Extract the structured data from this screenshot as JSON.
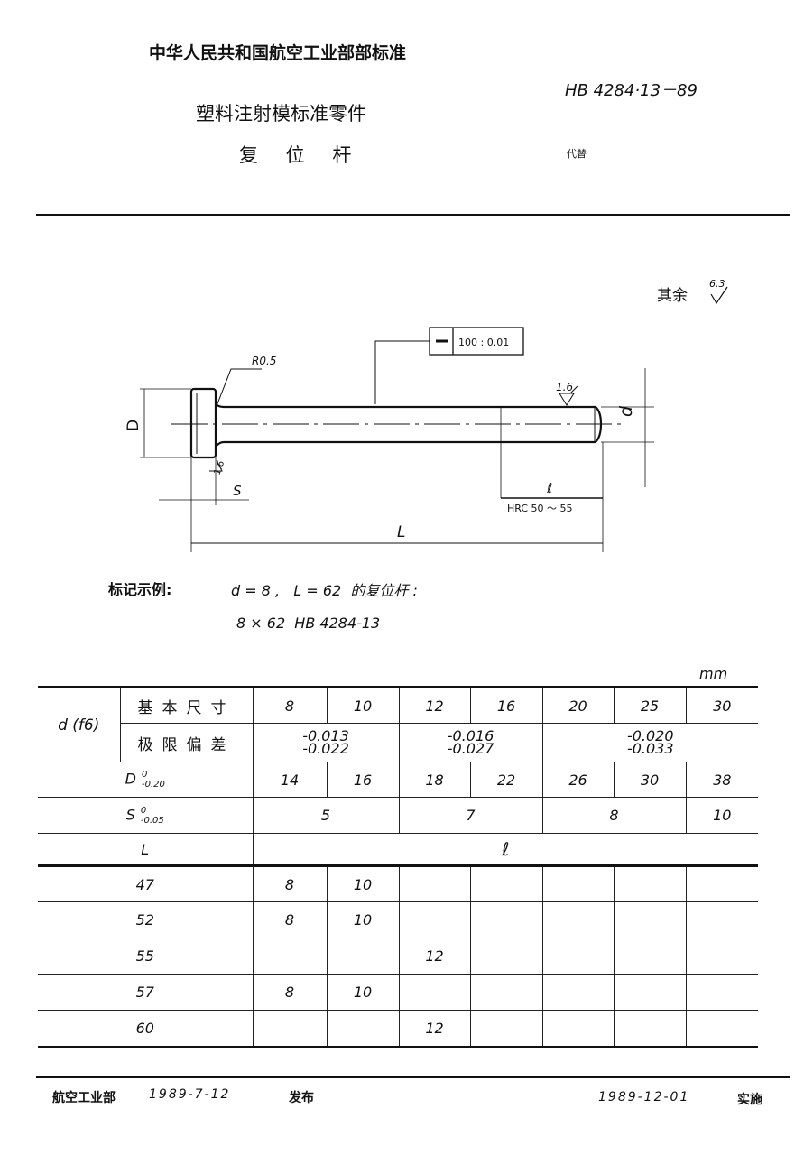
{
  "header": {
    "org_title": "中华人民共和国航空工业部部标准",
    "std_number": "HB 4284·13－89",
    "subtitle": "塑料注射模标准零件",
    "part_name": "复 位 杆",
    "replaces_label": "代替"
  },
  "drawing": {
    "roughness_other": "其余",
    "roughness_other_value": "6.3",
    "radius_label": "R0.5",
    "straightness_symbol": "—",
    "straightness_value": "100 : 0.01",
    "roughness_shaft": "1.6",
    "roughness_head": "1.6",
    "dim_D": "D",
    "dim_d": "d",
    "dim_S": "S",
    "dim_l": "ℓ",
    "dim_L": "L",
    "hardness": "HRC 50 ～ 55"
  },
  "example": {
    "label": "标记示例:",
    "text": "d = 8 ,   L = 62  的复位杆 :",
    "marking": "8 × 62  HB 4284-13"
  },
  "table": {
    "unit": "mm",
    "d_label": "d (f6)",
    "basic_size_label": "基本尺寸",
    "deviation_label": "极限偏差",
    "basic_sizes": [
      "8",
      "10",
      "12",
      "16",
      "20",
      "25",
      "30"
    ],
    "deviations": [
      {
        "upper": "-0.013",
        "lower": "-0.022"
      },
      {
        "upper": "-0.016",
        "lower": "-0.027"
      },
      {
        "upper": "-0.020",
        "lower": "-0.033"
      }
    ],
    "D_label": "D",
    "D_tol_upper": "0",
    "D_tol_lower": "-0.20",
    "D_values": [
      "14",
      "16",
      "18",
      "22",
      "26",
      "30",
      "38"
    ],
    "S_label": "S",
    "S_tol_upper": "0",
    "S_tol_lower": "-0.05",
    "S_values": [
      "5",
      "7",
      "8",
      "10"
    ],
    "L_label": "L",
    "l_label": "ℓ",
    "rows": [
      {
        "L": "47",
        "l": [
          "8",
          "10",
          "",
          "",
          "",
          "",
          ""
        ]
      },
      {
        "L": "52",
        "l": [
          "8",
          "10",
          "",
          "",
          "",
          "",
          ""
        ]
      },
      {
        "L": "55",
        "l": [
          "",
          "",
          "12",
          "",
          "",
          "",
          ""
        ]
      },
      {
        "L": "57",
        "l": [
          "8",
          "10",
          "",
          "",
          "",
          "",
          ""
        ]
      },
      {
        "L": "60",
        "l": [
          "",
          "",
          "12",
          "",
          "",
          "",
          ""
        ]
      }
    ]
  },
  "footer": {
    "issuer": "航空工业部",
    "issue_date": "1989-7-12",
    "issue_label": "发布",
    "effective_date": "1989-12-01",
    "effective_label": "实施"
  }
}
